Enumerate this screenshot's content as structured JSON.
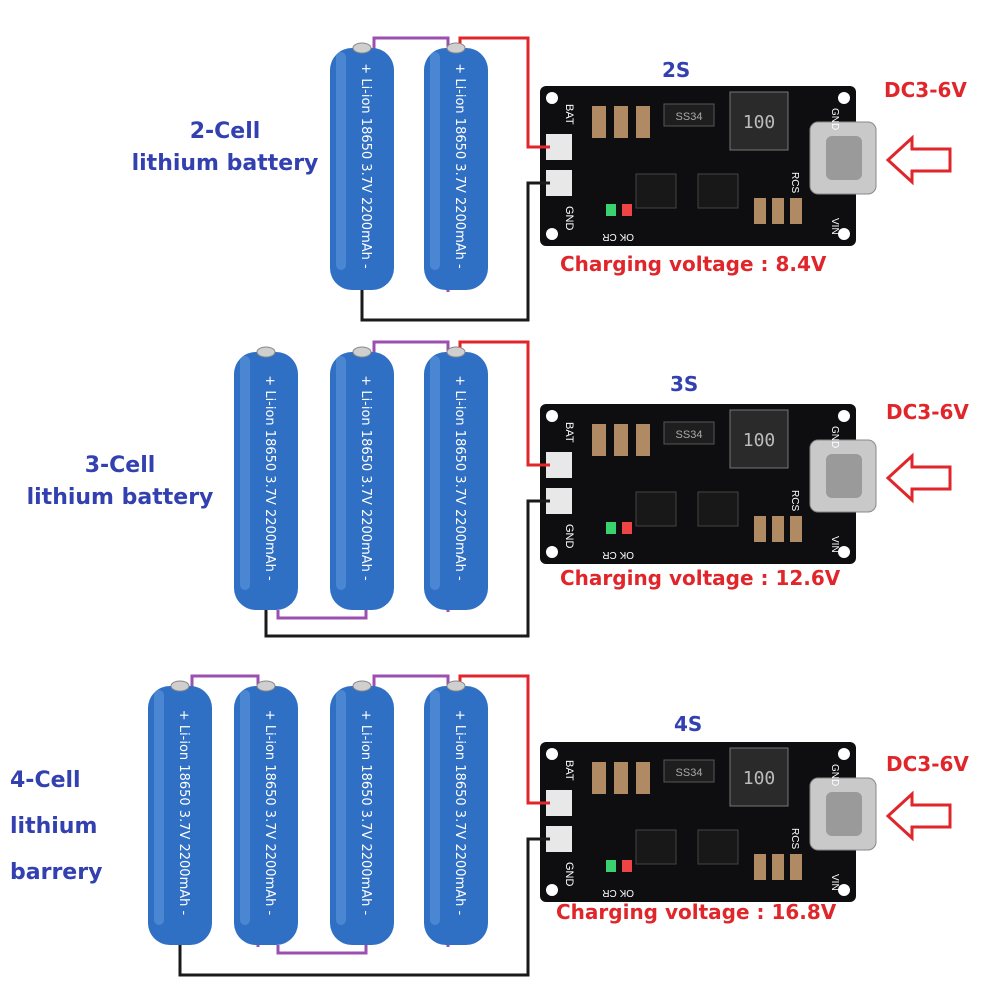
{
  "battery_text": "+ Li-ion 18650 3.7V 2200mAh -",
  "board": {
    "bat": "BAT",
    "gnd": "GND",
    "vin": "VIN",
    "ok": "OK",
    "cr": "CR",
    "rcs": "RCS",
    "inductor": "100",
    "chip": "SS34"
  },
  "colors": {
    "battery": "#2f6fc4",
    "wire_positive": "#e0262a",
    "wire_series": "#9b4fb0",
    "wire_negative": "#1a1a1a",
    "board": "#0e0e10",
    "label_blue": "#3340b0",
    "label_red": "#e0262a"
  },
  "sections": [
    {
      "series": "2S",
      "label_lines": [
        "2-Cell",
        "lithium battery"
      ],
      "input": "DC3-6V",
      "charging": "Charging voltage : 8.4V",
      "cells": 2
    },
    {
      "series": "3S",
      "label_lines": [
        "3-Cell",
        "lithium battery"
      ],
      "input": "DC3-6V",
      "charging": "Charging voltage : 12.6V",
      "cells": 3
    },
    {
      "series": "4S",
      "label_lines": [
        "4-Cell",
        "lithium",
        "barrery"
      ],
      "input": "DC3-6V",
      "charging": "Charging voltage : 16.8V",
      "cells": 4
    }
  ]
}
